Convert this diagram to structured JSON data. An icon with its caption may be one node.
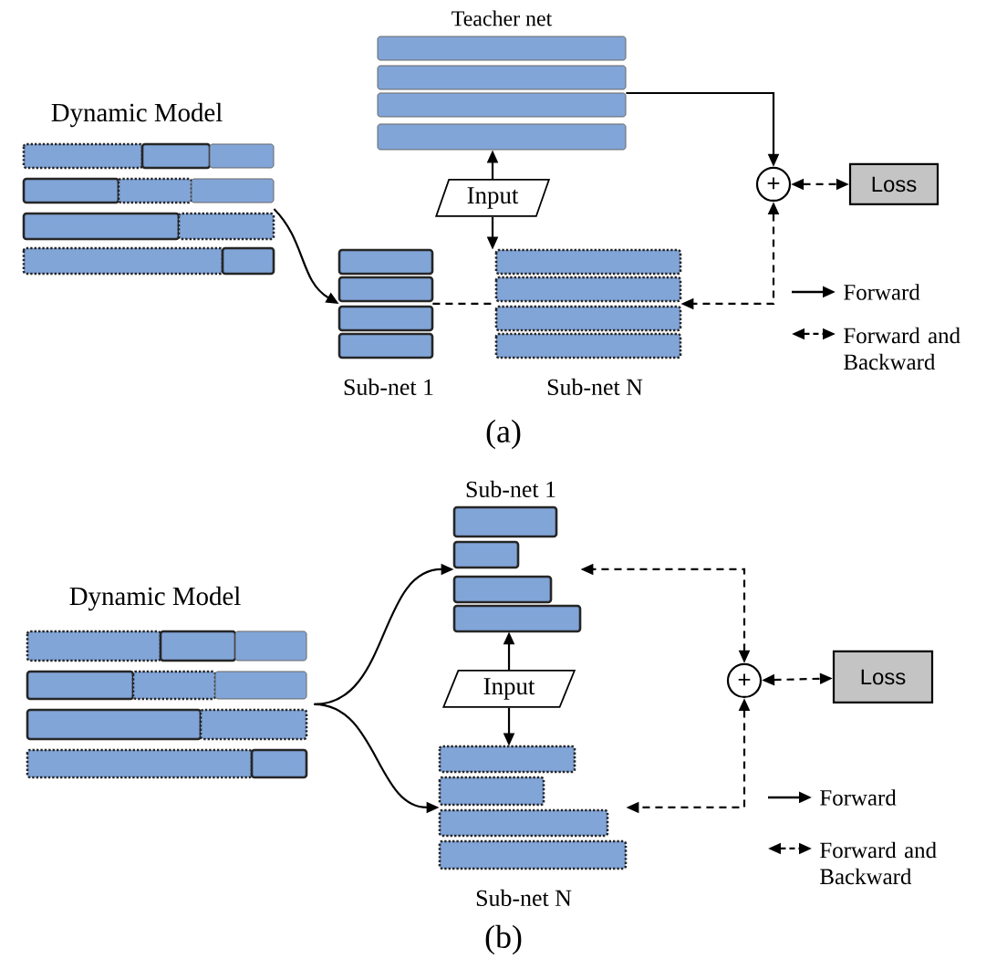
{
  "diagram": {
    "nodes": [
      {
        "text": [
          "Teacher net"
        ]
      },
      {
        "text": [
          "Dynamic Model"
        ]
      },
      {
        "text": [
          "Input"
        ]
      },
      {
        "text": [
          "Sub-net 1"
        ]
      },
      {
        "text": [
          "Sub-net N"
        ]
      },
      {
        "text": [
          "+"
        ]
      },
      {
        "text": [
          "Loss"
        ]
      },
      {
        "text": [
          "Dynamic Model"
        ]
      },
      {
        "text": [
          "Sub-net 1"
        ]
      },
      {
        "text": [
          "Input"
        ]
      },
      {
        "text": [
          "Sub-net N"
        ]
      },
      {
        "text": [
          "+"
        ]
      },
      {
        "text": [
          "Loss"
        ]
      }
    ],
    "edges": [
      {
        "from": 1,
        "to": 3,
        "arrow": "to"
      },
      {
        "from": 3,
        "to": 4,
        "arrow": "none",
        "style": "dashed"
      },
      {
        "from": 2,
        "to": 0,
        "arrow": "to"
      },
      {
        "from": 2,
        "to": 4,
        "arrow": "to"
      },
      {
        "from": 0,
        "to": 5,
        "arrow": "to"
      },
      {
        "from": 5,
        "to": 6,
        "arrow": "both",
        "style": "dashed"
      },
      {
        "from": 5,
        "to": 4,
        "arrow": "both",
        "style": "dashed"
      },
      {
        "from": 7,
        "to": 8,
        "arrow": "to"
      },
      {
        "from": 7,
        "to": 10,
        "arrow": "to"
      },
      {
        "from": 9,
        "to": 8,
        "arrow": "to"
      },
      {
        "from": 9,
        "to": 10,
        "arrow": "to"
      },
      {
        "from": 11,
        "to": 8,
        "arrow": "both",
        "style": "dashed"
      },
      {
        "from": 11,
        "to": 12,
        "arrow": "both",
        "style": "dashed"
      },
      {
        "from": 11,
        "to": 10,
        "arrow": "both",
        "style": "dashed"
      }
    ],
    "labels": [
      "(a)",
      "(b)"
    ],
    "legend": [
      {
        "text": "Forward"
      },
      {
        "text": "Forward and Backward"
      },
      {
        "text": "Forward"
      },
      {
        "text": "Forward and Backward"
      }
    ]
  }
}
